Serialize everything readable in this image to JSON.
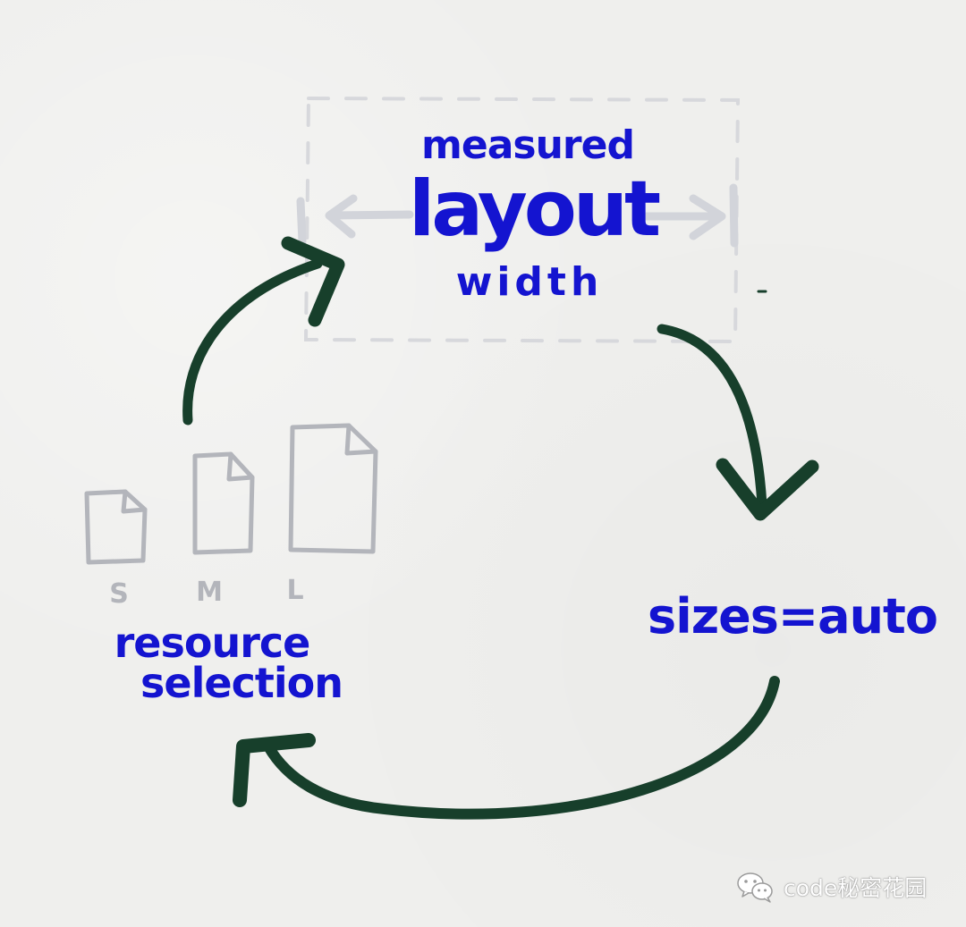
{
  "diagram": {
    "nodes": {
      "measured_layout_width": {
        "line1": "measured",
        "line2": "layout",
        "line3": "width"
      },
      "sizes_auto": {
        "label": "sizes=auto"
      },
      "resource_selection": {
        "line1": "resource",
        "line2": "selection"
      }
    },
    "file_sizes": [
      "S",
      "M",
      "L"
    ],
    "colors": {
      "label_blue": "#1414d0",
      "arrow_green": "#173f2b",
      "sketch_gray": "#b3b5bb",
      "dashed_box": "#d7d8dc"
    }
  },
  "watermark": {
    "icon": "wechat-icon",
    "text": "code秘密花园"
  }
}
